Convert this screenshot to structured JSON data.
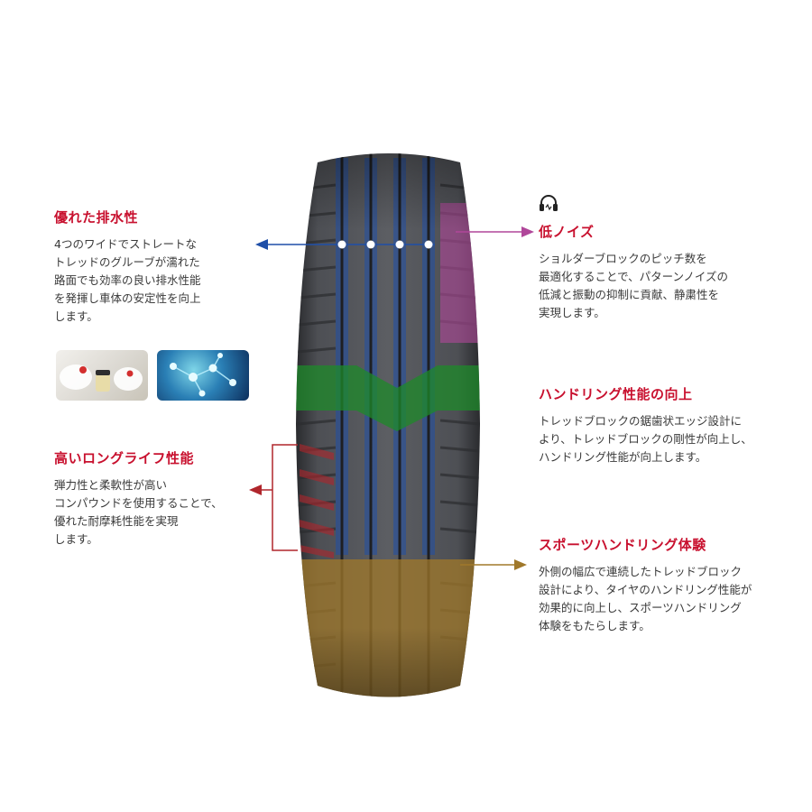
{
  "features": {
    "drainage": {
      "title": "優れた排水性",
      "lines": [
        "4つのワイドでストレートな",
        "トレッドのグルーブが濡れた",
        "路面でも効率の良い排水性能",
        "を発揮し車体の安定性を向上",
        "します。"
      ]
    },
    "noise": {
      "title": "低ノイズ",
      "lines": [
        "ショルダーブロックのピッチ数を",
        "最適化することで、パターンノイズの",
        "低減と振動の抑制に貢献、静粛性を",
        "実現します。"
      ]
    },
    "handling": {
      "title": "ハンドリング性能の向上",
      "lines": [
        "トレッドブロックの鋸歯状エッジ設計に",
        "より、トレッドブロックの剛性が向上し、",
        "ハンドリング性能が向上します。"
      ]
    },
    "longlife": {
      "title": "高いロングライフ性能",
      "lines": [
        "弾力性と柔軟性が高い",
        "コンパウンドを使用することで、",
        "優れた耐摩耗性能を実現",
        "します。"
      ]
    },
    "sport": {
      "title": "スポーツハンドリング体験",
      "lines": [
        "外側の幅広で連続したトレッドブロック",
        "設計により、タイヤのハンドリング性能が",
        "効果的に向上し、スポーツハンドリング",
        "体験をもたらします。"
      ]
    }
  },
  "colors": {
    "title_red": "#c8102e",
    "drainage_blue": "#1f4fa8",
    "noise_magenta": "#b0479a",
    "handling_green": "#1d8a2a",
    "longlife_red": "#b0262c",
    "sport_gold": "#a0782a"
  },
  "icons": {
    "noise": "headphone-icon"
  }
}
